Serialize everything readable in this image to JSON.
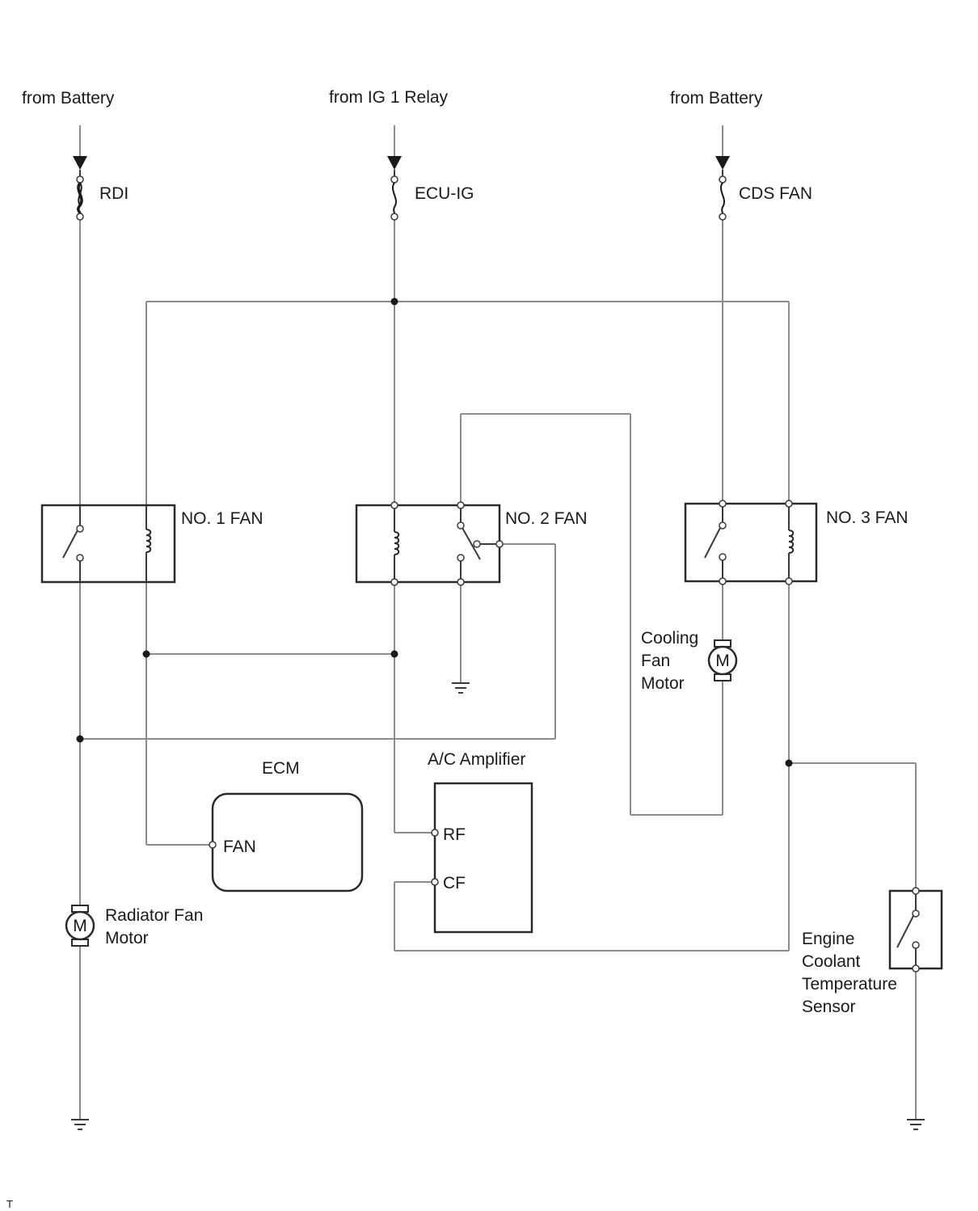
{
  "sources": {
    "left": "from Battery",
    "center": "from IG 1 Relay",
    "right": "from Battery"
  },
  "fuses": {
    "rdi": "RDI",
    "ecu_ig": "ECU-IG",
    "cds_fan": "CDS FAN"
  },
  "relays": {
    "no1": "NO. 1 FAN",
    "no2": "NO. 2 FAN",
    "no3": "NO. 3 FAN"
  },
  "motors": {
    "symbol": "M",
    "cooling": [
      "Cooling",
      "Fan",
      "Motor"
    ],
    "radiator": [
      "Radiator Fan",
      "Motor"
    ]
  },
  "ecm": {
    "title": "ECM",
    "pin": "FAN"
  },
  "ac_amplifier": {
    "title": "A/C Amplifier",
    "pin_rf": "RF",
    "pin_cf": "CF"
  },
  "sensor": {
    "label": [
      "Engine",
      "Coolant",
      "Temperature",
      "Sensor"
    ]
  },
  "corner_mark": "T"
}
